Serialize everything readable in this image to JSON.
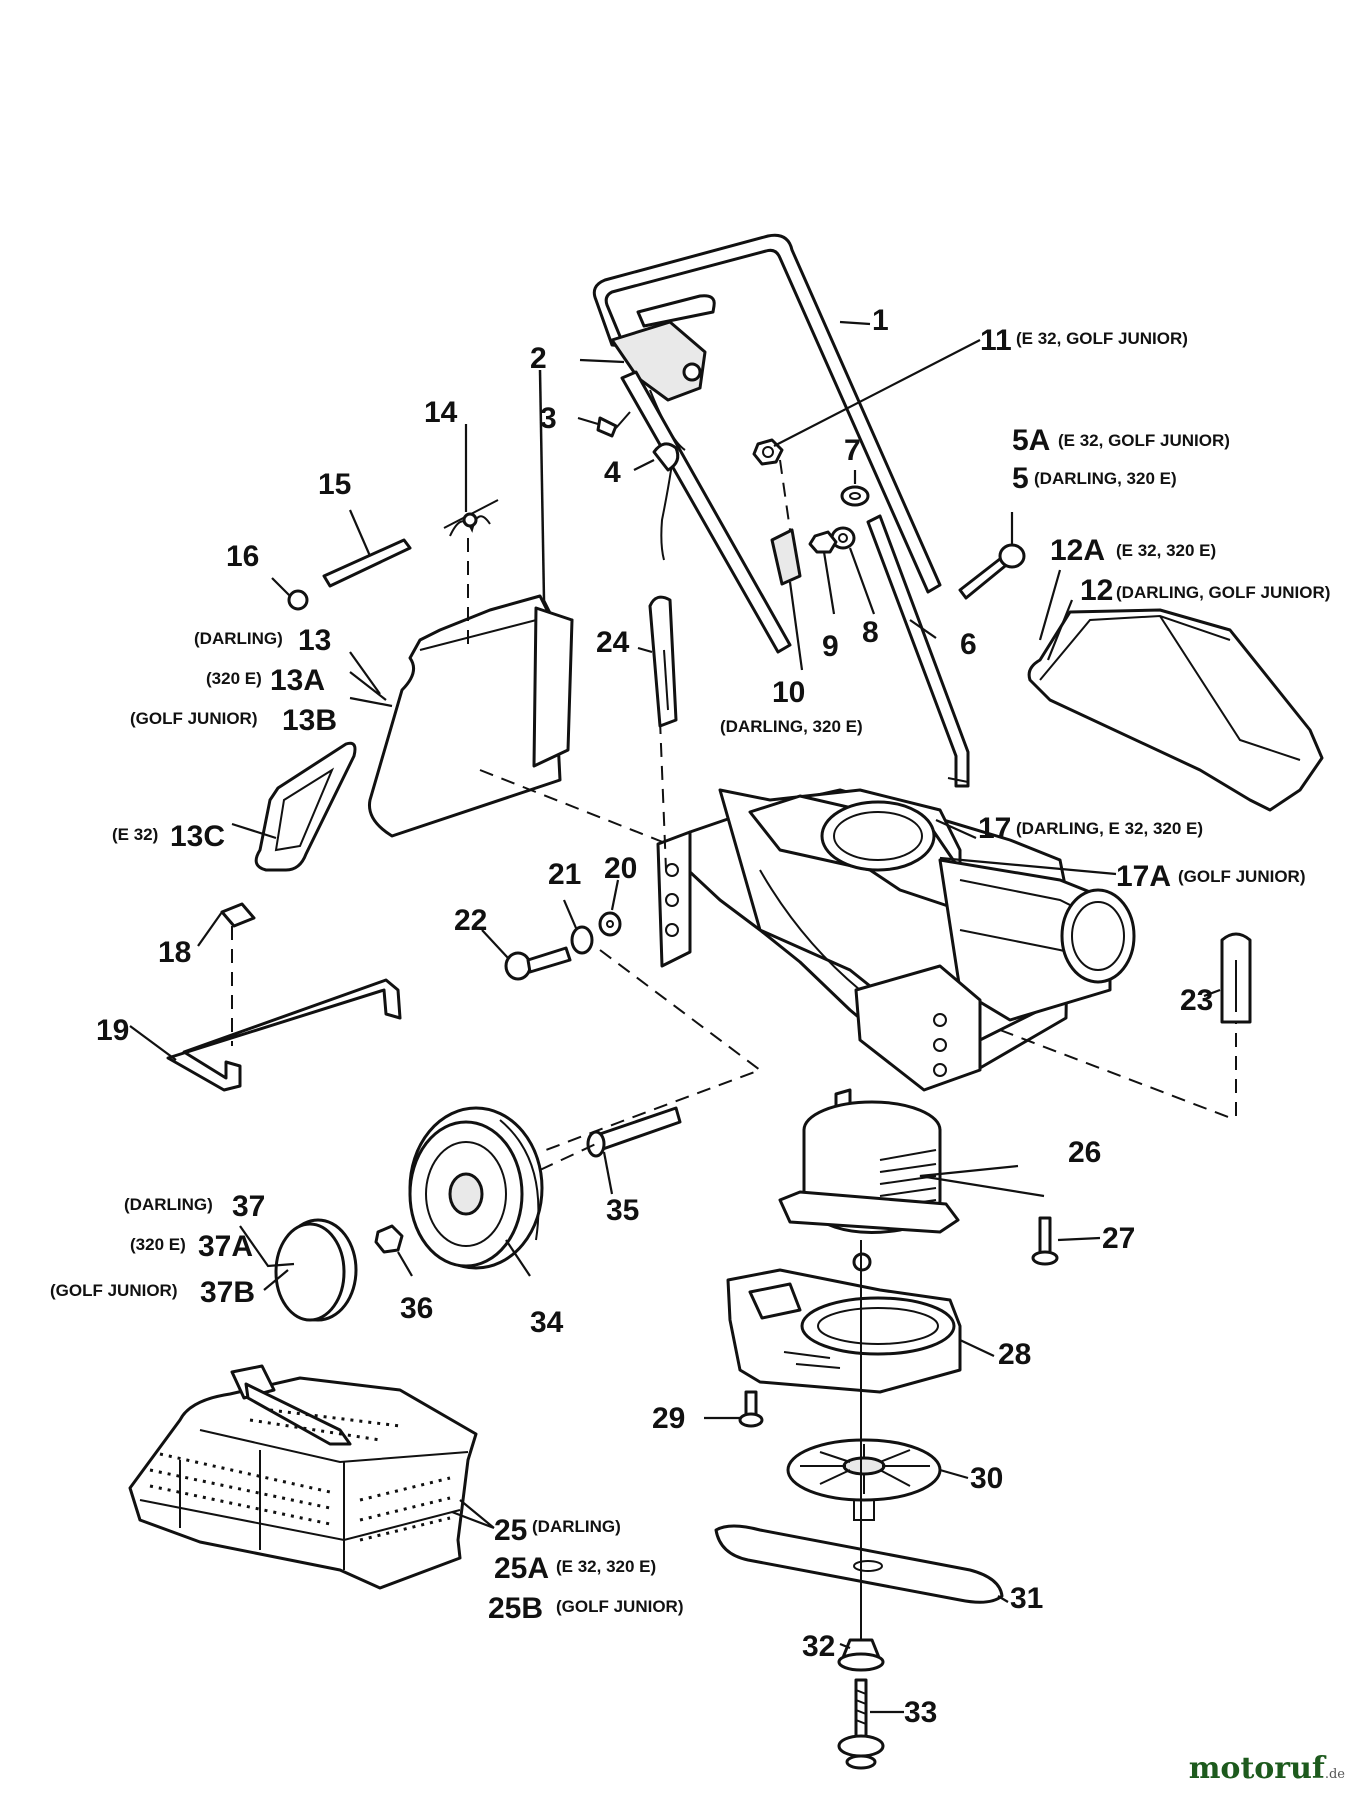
{
  "labels": {
    "l1": "1",
    "l2": "2",
    "l3": "3",
    "l4": "4",
    "l5a": "5A",
    "n5a": "(E 32, GOLF JUNIOR)",
    "l5": "5",
    "n5": "(DARLING, 320 E)",
    "l6": "6",
    "l7": "7",
    "l8": "8",
    "l9": "9",
    "l10": "10",
    "n10": "(DARLING, 320 E)",
    "l11": "11",
    "n11": "(E 32, GOLF JUNIOR)",
    "l12a": "12A",
    "n12a": "(E 32, 320 E)",
    "l12": "12",
    "n12": "(DARLING, GOLF JUNIOR)",
    "l13": "13",
    "n13": "(DARLING)",
    "l13a": "13A",
    "n13a": "(320 E)",
    "l13b": "13B",
    "n13b": "(GOLF JUNIOR)",
    "l13c": "13C",
    "n13c": "(E 32)",
    "l14": "14",
    "l15": "15",
    "l16": "16",
    "l17": "17",
    "n17": "(DARLING, E 32, 320 E)",
    "l17a": "17A",
    "n17a": "(GOLF JUNIOR)",
    "l18": "18",
    "l19": "19",
    "l20": "20",
    "l21": "21",
    "l22": "22",
    "l23": "23",
    "l24": "24",
    "l25": "25",
    "n25": "(DARLING)",
    "l25a": "25A",
    "n25a": "(E 32, 320 E)",
    "l25b": "25B",
    "n25b": "(GOLF JUNIOR)",
    "l26": "26",
    "l27": "27",
    "l28": "28",
    "l29": "29",
    "l30": "30",
    "l31": "31",
    "l32": "32",
    "l33": "33",
    "l34": "34",
    "l35": "35",
    "l36": "36",
    "l37": "37",
    "n37": "(DARLING)",
    "l37a": "37A",
    "n37a": "(320 E)",
    "l37b": "37B",
    "n37b": "(GOLF JUNIOR)"
  },
  "watermark": {
    "name": "motoruf",
    "tld": ".de"
  }
}
